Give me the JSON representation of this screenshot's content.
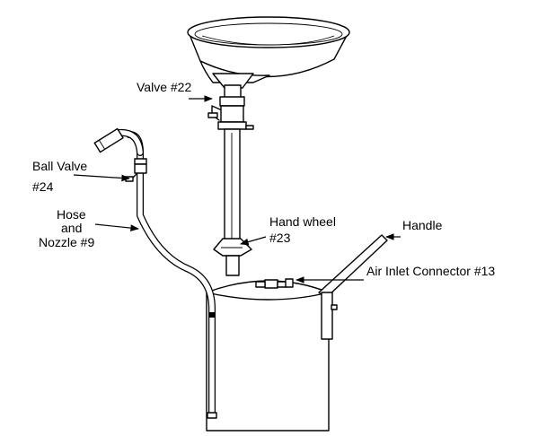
{
  "labels": {
    "valve": "Valve #22",
    "ball_valve_line1": "Ball Valve",
    "ball_valve_line2": "#24",
    "hose_line1": "Hose",
    "hose_line2": "and",
    "hose_line3": "Nozzle #9",
    "hand_wheel_line1": "Hand wheel",
    "hand_wheel_line2": "#23",
    "handle": "Handle",
    "air_inlet": "Air Inlet Connector #13"
  }
}
